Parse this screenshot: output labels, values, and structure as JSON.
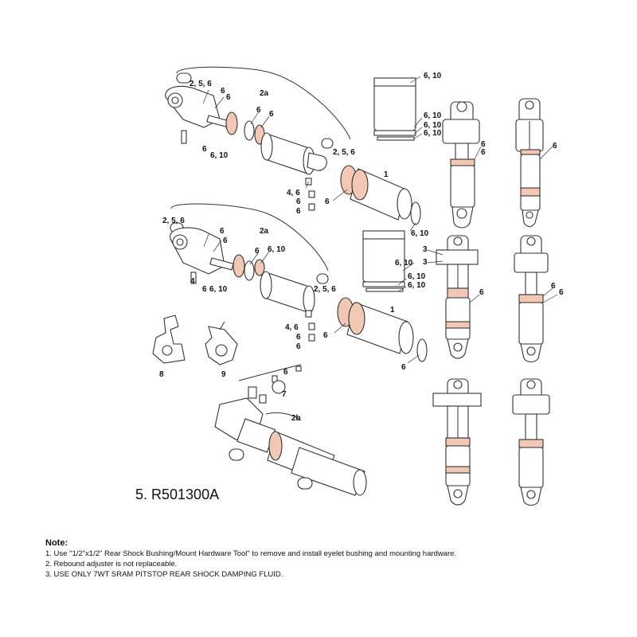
{
  "callouts": {
    "c_2_5_6_a": "2, 5, 6",
    "c_6_a": "6",
    "c_6_b": "6",
    "c_2a_top": "2a",
    "c_6_c": "6",
    "c_6_d": "6",
    "c_6_10_a": "6, 10",
    "c_6_e": "6",
    "c_2_5_6_b": "2, 5, 6",
    "c_1_top": "1",
    "c_4_6_a": "4, 6",
    "c_6_f": "6",
    "c_6_g": "6",
    "c_6_h": "6",
    "c_6_10_cap": "6, 10",
    "c_6_10_b": "6, 10",
    "c_6_10_c": "6, 10",
    "c_6_10_d": "6, 10",
    "c_6_r1a": "6",
    "c_6_r1b": "6",
    "c_6_r2": "6",
    "c_2_5_6_c": "2, 5, 6",
    "c_6_i": "6",
    "c_6_j": "6",
    "c_2a_mid": "2a",
    "c_6_k": "6",
    "c_4_b": "4",
    "c_6_6_10": "6",
    "c_6_6_10b": "6, 10",
    "c_6_10_ring": "6, 10",
    "c_2_5_6_d": "2, 5, 6",
    "c_1_mid": "1",
    "c_4_6_b": "4, 6",
    "c_6_l": "6",
    "c_6_m": "6",
    "c_6_n": "6",
    "c_6_o": "6",
    "c_6_10_e": "6, 10",
    "c_6_10_f": "6, 10",
    "c_6_10_g": "6, 10",
    "c_6_10_h": "6, 10",
    "c_3_a": "3",
    "c_3_b": "3",
    "c_6_p": "6",
    "c_6_q": "6",
    "c_6_r": "6",
    "c_8": "8",
    "c_9": "9",
    "c_7": "7",
    "c_2b": "2b",
    "c_6_s": "6"
  },
  "part_label": "5. R501300A",
  "notes": {
    "title": "Note:",
    "items": [
      "1.  Use \"1/2\"x1/2\" Rear Shock Bushing/Mount Hardware Tool\" to remove and install eyelet bushing and mounting hardware.",
      "2.  Rebound adjuster is not replaceable.",
      "3. USE ONLY 7WT SRAM PITSTOP REAR SHOCK DAMPING FLUID."
    ]
  },
  "colors": {
    "line": "#333333",
    "highlight": "#f2c7b4",
    "background": "#ffffff"
  }
}
